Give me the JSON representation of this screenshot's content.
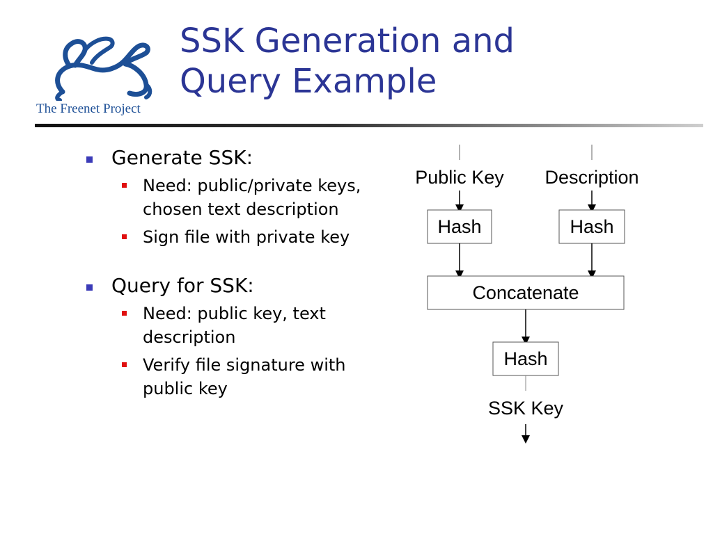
{
  "logo": {
    "text": "The Freenet Project",
    "icon": "rabbit-logo-icon"
  },
  "title": {
    "line1": "SSK Generation and",
    "line2": "Query Example"
  },
  "bullets": [
    {
      "label": "Generate SSK:",
      "subitems": [
        "Need: public/private keys, chosen text description",
        "Sign file with private key"
      ]
    },
    {
      "label": "Query for SSK:",
      "subitems": [
        "Need: public key, text description",
        "Verify file signature with public key"
      ]
    }
  ],
  "diagram": {
    "public_key": "Public Key",
    "description": "Description",
    "hash_left": "Hash",
    "hash_right": "Hash",
    "concatenate": "Concatenate",
    "hash_bottom": "Hash",
    "ssk_key": "SSK Key"
  },
  "colors": {
    "title": "#2b3595",
    "bullet_l1": "#3b3bb8",
    "bullet_l2": "#e01010",
    "logo": "#1d4f96"
  }
}
